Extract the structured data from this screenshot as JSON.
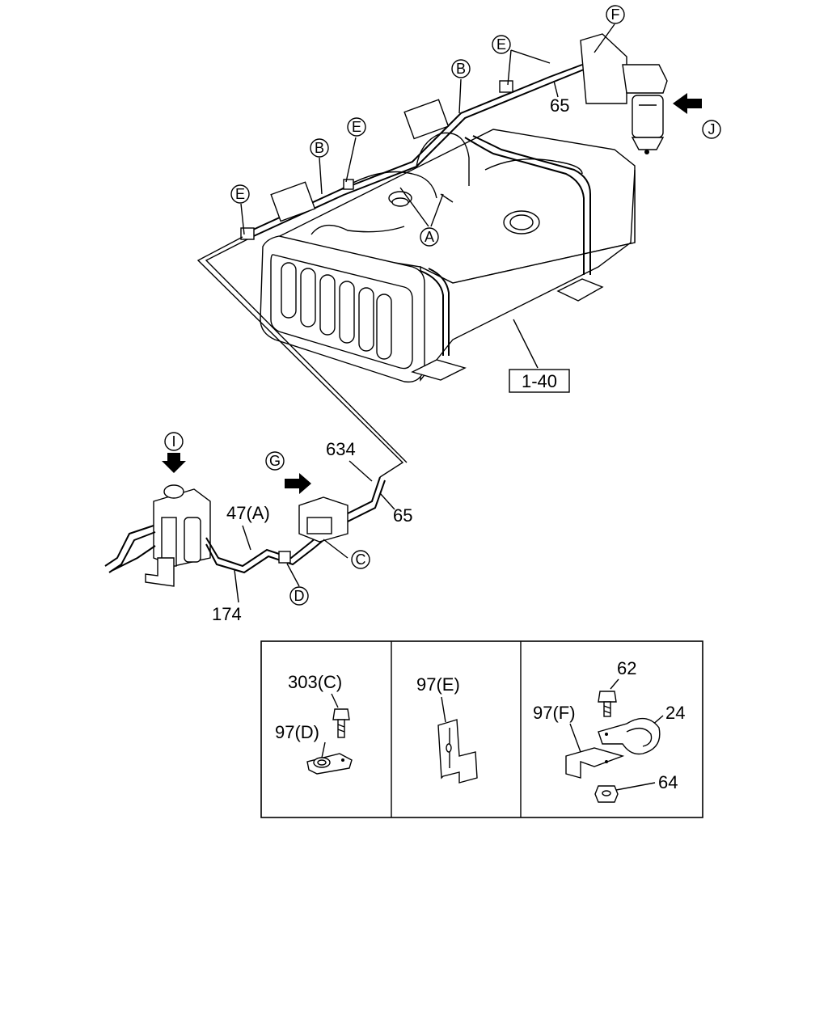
{
  "callouts": {
    "tank_ref": "1-40",
    "part_65_top": "65",
    "part_634": "634",
    "part_65_bottom": "65",
    "part_47a": "47(A)",
    "part_174": "174",
    "circle_a": "A",
    "circle_b1": "B",
    "circle_b2": "B",
    "circle_c": "C",
    "circle_d": "D",
    "circle_e1": "E",
    "circle_e2": "E",
    "circle_e3": "E",
    "circle_f": "F",
    "circle_g": "G",
    "circle_i": "I",
    "circle_j": "J"
  },
  "detail_panels": {
    "panel1": {
      "label_303c": "303(C)",
      "label_97d": "97(D)"
    },
    "panel2": {
      "label_97e": "97(E)"
    },
    "panel3": {
      "label_62": "62",
      "label_24": "24",
      "label_97f": "97(F)",
      "label_64": "64"
    }
  }
}
